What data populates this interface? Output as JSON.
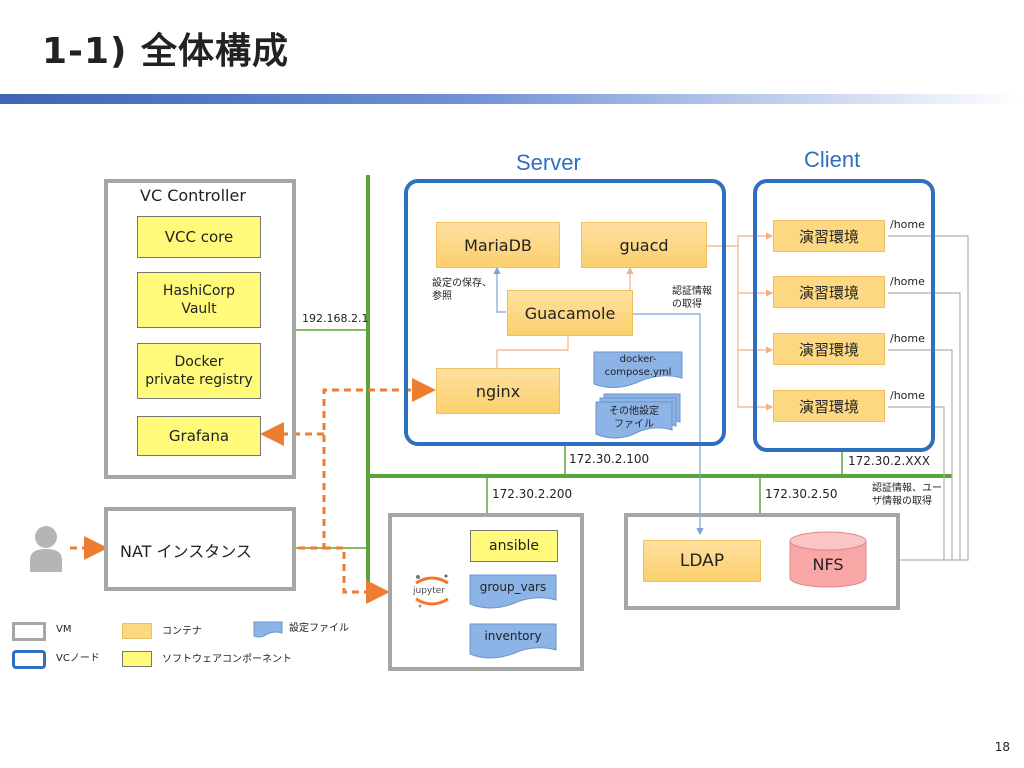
{
  "slide": {
    "title": "1-1) 全体構成",
    "page_number": "18"
  },
  "vc_controller": {
    "title": "VC Controller",
    "items": [
      "VCC core",
      "HashiCorp\nVault",
      "Docker\nprivate registry",
      "Grafana"
    ]
  },
  "nat": {
    "label": "NAT インスタンス"
  },
  "networks": {
    "mgmt": "192.168.2.1",
    "server_ip": "172.30.2.100",
    "client_ip": "172.30.2.XXX",
    "jupyter_ip": "172.30.2.200",
    "storage_ip": "172.30.2.50"
  },
  "server": {
    "title": "Server",
    "mariadb": "MariaDB",
    "guacd": "guacd",
    "guacamole": "Guacamole",
    "nginx": "nginx",
    "note_save": "設定の保存、\n参照",
    "note_auth": "認証情報\nの取得",
    "file_compose": "docker-\ncompose.yml",
    "file_other": "その他設定\nファイル"
  },
  "client": {
    "title": "Client",
    "envs": [
      "演習環境",
      "演習環境",
      "演習環境",
      "演習環境"
    ],
    "mounts": [
      "/home",
      "/home",
      "/home",
      "/home"
    ]
  },
  "jupyter": {
    "logo": "jupyter",
    "ansible": "ansible",
    "group_vars": "group_vars",
    "inventory": "inventory"
  },
  "storage": {
    "ldap": "LDAP",
    "nfs": "NFS",
    "note_auth": "認証情報、ユー\nザ情報の取得"
  },
  "legend": {
    "vm": "VM",
    "vc_node": "VCノード",
    "container": "コンテナ",
    "software": "ソフトウェアコンポーネント",
    "config_file": "設定ファイル"
  },
  "colors": {
    "vc_blue": "#2f6fbf",
    "vm_gray": "#a6a6a6",
    "network_green": "#5aa43c",
    "container_orange": "#fdd882",
    "software_yellow": "#fffa7a",
    "flow_orange": "#ed7d31",
    "file_blue": "#8cb4e6"
  }
}
